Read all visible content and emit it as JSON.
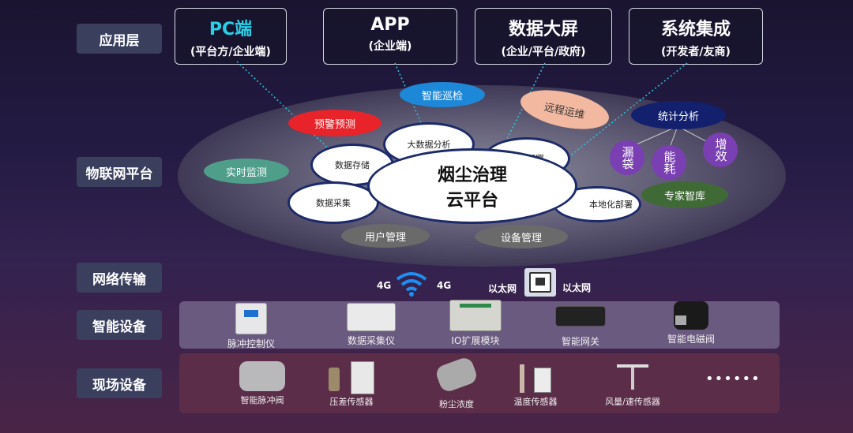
{
  "layers": {
    "application": "应用层",
    "iot_platform": "物联网平台",
    "network": "网络传输",
    "smart_devices": "智能设备",
    "field_devices": "现场设备"
  },
  "apps": [
    {
      "title": "PC端",
      "subtitle": "(平台方/企业端)"
    },
    {
      "title": "APP",
      "subtitle": "(企业端)"
    },
    {
      "title": "数据大屏",
      "subtitle": "(企业/平台/政府)"
    },
    {
      "title": "系统集成",
      "subtitle": "(开发者/友商)"
    }
  ],
  "platform": {
    "core_line1": "烟尘治理",
    "core_line2": "云平台",
    "inner": {
      "big_data": "大数据分析",
      "storage": "数据存储",
      "collection": "数据采集",
      "cloud_deploy": "云端部署",
      "local_deploy": "本地化部署"
    },
    "outer": {
      "smart_patrol": "智能巡检",
      "warning": "预警预测",
      "remote_ops": "远程运维",
      "stats": "统计分析",
      "realtime": "实时监测",
      "expert": "专家智库",
      "user_mgmt": "用户管理",
      "device_mgmt": "设备管理",
      "leak_bag": "漏袋",
      "energy": "能耗",
      "efficiency": "增效"
    },
    "colors": {
      "patrol": "#1e88d8",
      "warning": "#e8232a",
      "remote": "#f2b8a0",
      "stats": "#13206e",
      "realtime": "#4f9e8a",
      "expert": "#3f6a35",
      "mgmt": "#6a6a6a",
      "purple": "#7a3fb2"
    }
  },
  "network": {
    "g4_left": "4G",
    "g4_right": "4G",
    "ethernet_left": "以太网",
    "ethernet_right": "以太网"
  },
  "smart_devices": [
    "脉冲控制仪",
    "数据采集仪",
    "IO扩展模块",
    "智能网关",
    "智能电磁阀"
  ],
  "field_devices": [
    "智能脉冲阀",
    "压差传感器",
    "粉尘浓度",
    "温度传感器",
    "风量/速传感器"
  ],
  "field_more": "••••••"
}
